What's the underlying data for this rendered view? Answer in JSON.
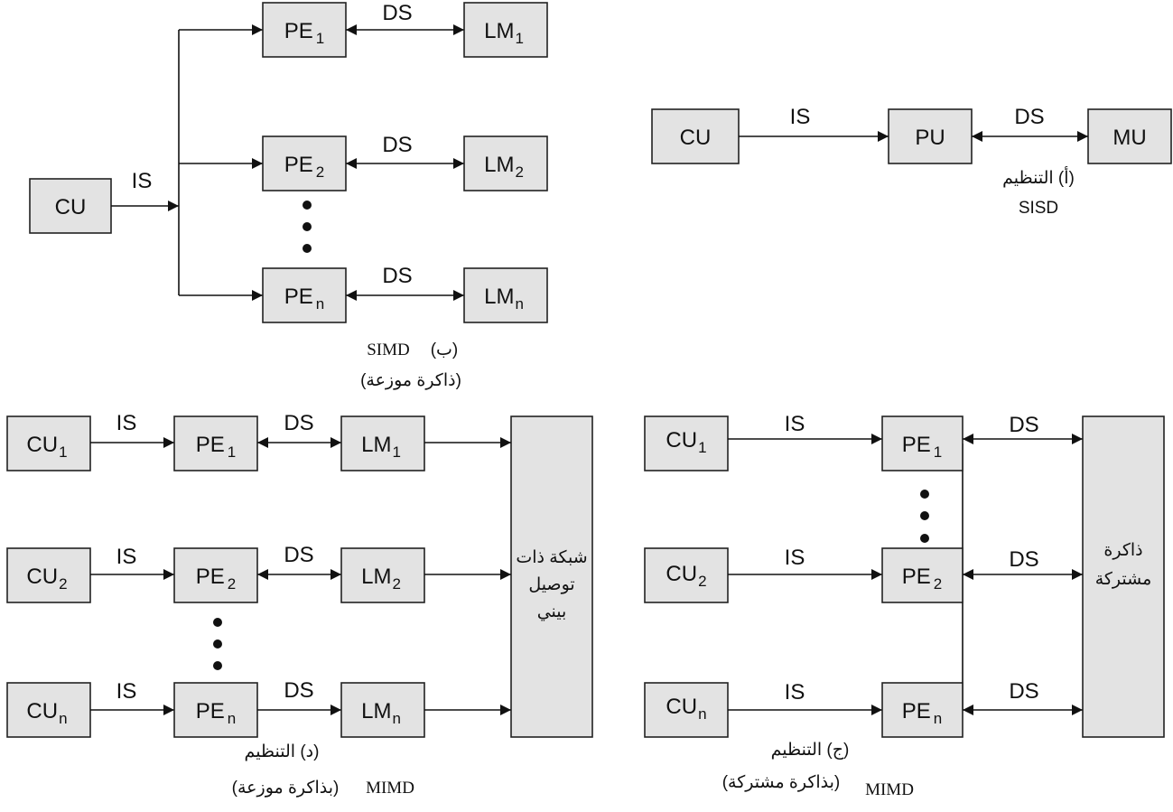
{
  "labels": {
    "is": "IS",
    "ds": "DS"
  },
  "panel_a": {
    "cu": "CU",
    "pu": "PU",
    "mu": "MU",
    "caption_line1": "(أ) التنظيم",
    "caption_line2": "SISD"
  },
  "panel_b": {
    "cu": "CU",
    "pe": "PE",
    "lm": "LM",
    "sub1": "1",
    "sub2": "2",
    "subn": "n",
    "caption_simd": "SIMD",
    "caption_paren": "(ب)",
    "caption_line2": "(ذاكرة موزعة)"
  },
  "panel_c": {
    "cu": "CU",
    "pe": "PE",
    "sub1": "1",
    "sub2": "2",
    "subn": "n",
    "memory_line1": "ذاكرة",
    "memory_line2": "مشتركة",
    "caption_line1": "(ج) التنظيم",
    "caption_mimd": "MIMD",
    "caption_paren": "(بذاكرة مشتركة)"
  },
  "panel_d": {
    "cu": "CU",
    "pe": "PE",
    "lm": "LM",
    "sub1": "1",
    "sub2": "2",
    "subn": "n",
    "network_line1": "شبكة ذات",
    "network_line2": "توصيل",
    "network_line3": "بيني",
    "caption_line1": "(د) التنظيم",
    "caption_mimd": "MIMD",
    "caption_paren": "(بذاكرة موزعة)"
  }
}
